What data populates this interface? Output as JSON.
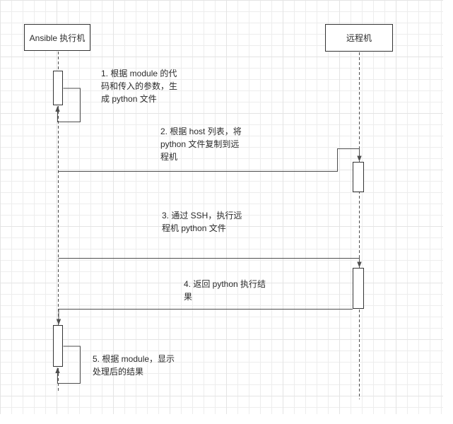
{
  "diagram": {
    "type": "sequence-diagram",
    "actors": [
      {
        "id": "ansible",
        "label": "Ansible 执行机"
      },
      {
        "id": "remote",
        "label": "远程机"
      }
    ],
    "messages": [
      {
        "num": 1,
        "from": "ansible",
        "to": "ansible",
        "text": "1. 根据 module 的代\n码和传入的参数，生\n成 python 文件"
      },
      {
        "num": 2,
        "from": "ansible",
        "to": "remote",
        "text": "2. 根据 host 列表，将\npython 文件复制到远\n程机"
      },
      {
        "num": 3,
        "from": "ansible",
        "to": "remote",
        "text": "3. 通过 SSH，执行远\n程机 python 文件"
      },
      {
        "num": 4,
        "from": "remote",
        "to": "ansible",
        "text": "4. 返回 python 执行结\n果"
      },
      {
        "num": 5,
        "from": "ansible",
        "to": "ansible",
        "text": "5. 根据 module，显示\n处理后的结果"
      }
    ]
  },
  "colors": {
    "background": "#ffffff",
    "grid_line": "#ededed",
    "grid_line_major": "#e4e4e4",
    "shape_border": "#333333",
    "message_line": "#4d4d4d",
    "text": "#2b2b2b"
  }
}
